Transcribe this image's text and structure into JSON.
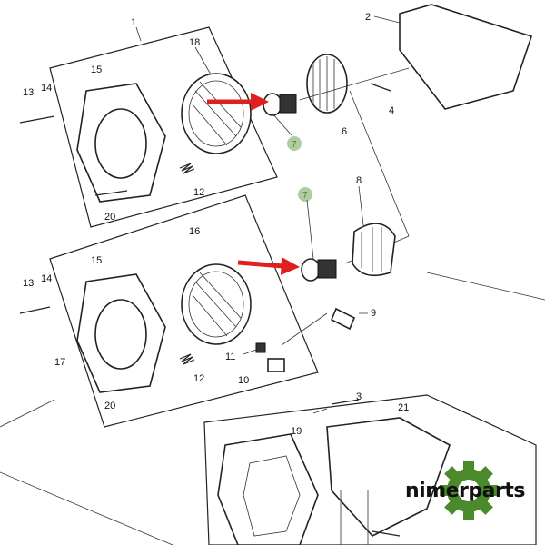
{
  "diagram": {
    "callouts": {
      "c1": "1",
      "c2": "2",
      "c3": "3",
      "c4": "4",
      "c6": "6",
      "c7a": "7",
      "c7b": "7",
      "c8": "8",
      "c9": "9",
      "c10": "10",
      "c11": "11",
      "c12a": "12",
      "c12b": "12",
      "c13a": "13",
      "c13b": "13",
      "c14a": "14",
      "c14b": "14",
      "c15a": "15",
      "c15b": "15",
      "c16": "16",
      "c17": "17",
      "c18": "18",
      "c19": "19",
      "c20a": "20",
      "c20b": "20",
      "c21": "21"
    },
    "highlight_color": "#e02020",
    "marker_color": "#8fb87a"
  },
  "watermark": {
    "text": "nimerparts",
    "gear_color": "#4a8a2a"
  }
}
